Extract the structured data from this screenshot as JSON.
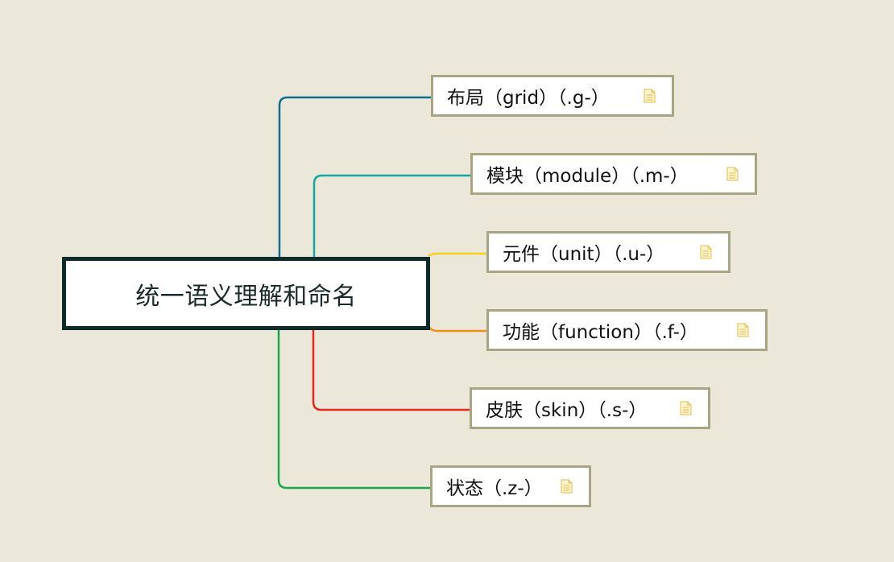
{
  "root": {
    "label": "统一语义理解和命名"
  },
  "branches": [
    {
      "label": "布局（grid）（.g-）",
      "color": "#0f6e8f",
      "icon": "note-icon"
    },
    {
      "label": "模块（module）（.m-）",
      "color": "#12a8a0",
      "icon": "note-icon"
    },
    {
      "label": "元件（unit）（.u-）",
      "color": "#f2d21a",
      "icon": "note-icon"
    },
    {
      "label": "功能（function）（.f-）",
      "color": "#f0901a",
      "icon": "note-icon"
    },
    {
      "label": "皮肤（skin）（.s-）",
      "color": "#e8281e",
      "icon": "note-icon"
    },
    {
      "label": "状态（.z-）",
      "color": "#1aa64a",
      "icon": "note-icon"
    }
  ]
}
